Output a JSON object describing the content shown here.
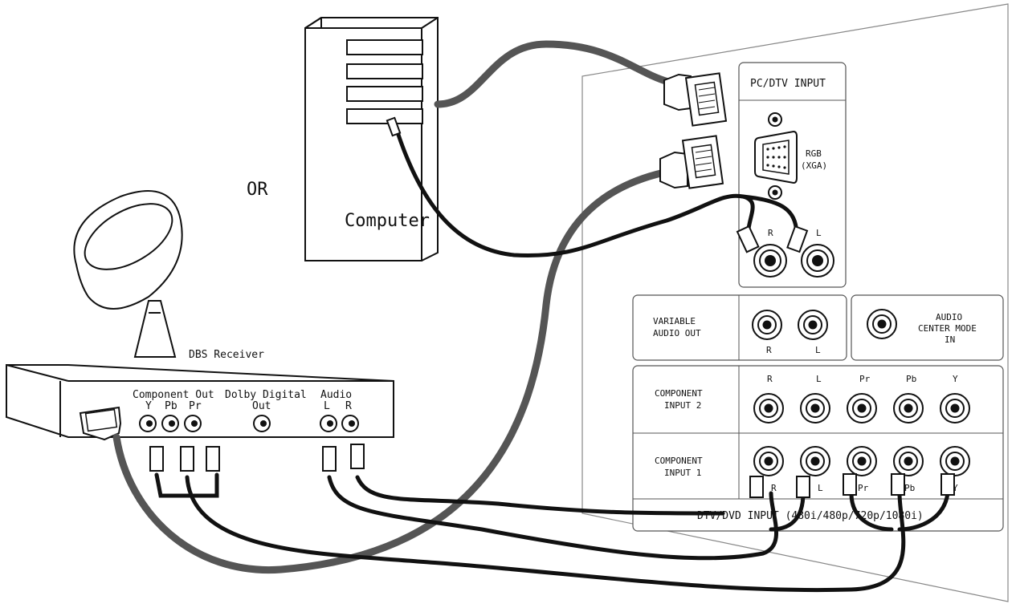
{
  "labels": {
    "computer": "Computer",
    "or": "OR",
    "dbs_receiver": "DBS Receiver",
    "component_out": "Component Out",
    "dolby_digital": "Dolby Digital",
    "dolby_out": "Out",
    "audio": "Audio",
    "rcv_y": "Y",
    "rcv_pb": "Pb",
    "rcv_pr": "Pr",
    "rcv_l": "L",
    "rcv_r": "R",
    "pc_dtv_input": "PC/DTV INPUT",
    "rgb": "RGB",
    "xga": "(XGA)",
    "pc_audio_r": "R",
    "pc_audio_l": "L",
    "variable_audio_out_1": "VARIABLE",
    "variable_audio_out_2": "AUDIO OUT",
    "var_r": "R",
    "var_l": "L",
    "audio_center_1": "AUDIO",
    "audio_center_2": "CENTER MODE",
    "audio_center_3": "IN",
    "comp2_1": "COMPONENT",
    "comp2_2": "INPUT 2",
    "comp1_1": "COMPONENT",
    "comp1_2": "INPUT 1",
    "c2_r": "R",
    "c2_l": "L",
    "c2_pr": "Pr",
    "c2_pb": "Pb",
    "c2_y": "Y",
    "c1_r": "R",
    "c1_l": "L",
    "c1_pr": "Pr",
    "c1_pb": "Pb",
    "c1_y": "Y",
    "dtv_dvd_input": "DTV/DVD INPUT (480i/480p/720p/1080i)"
  },
  "colors": {
    "cable_gray": "#555555",
    "cable_black": "#111111",
    "outline": "#111111"
  }
}
